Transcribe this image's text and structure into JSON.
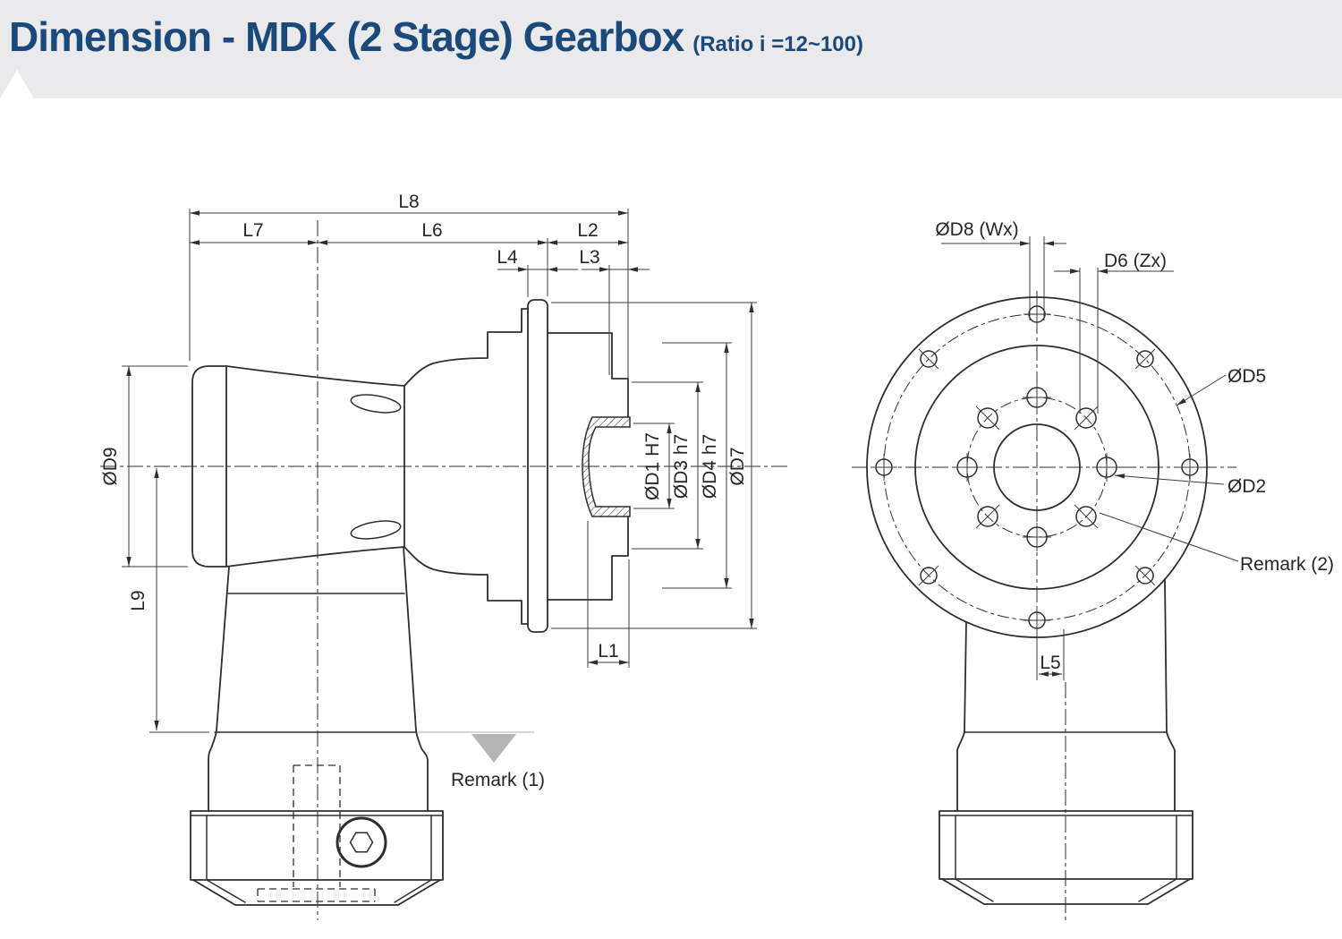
{
  "header": {
    "title": "Dimension - MDK (2 Stage) Gearbox",
    "ratio": "(Ratio i =12~100)"
  },
  "side_view": {
    "dims": {
      "L8": "L8",
      "L7": "L7",
      "L6": "L6",
      "L4": "L4",
      "L3": "L3",
      "L2": "L2",
      "L1": "L1",
      "L9": "L9",
      "D9": "ØD9",
      "D1": "ØD1 H7",
      "D3": "ØD3 h7",
      "D4": "ØD4 h7",
      "D7": "ØD7"
    },
    "remark1": "Remark (1)"
  },
  "front_view": {
    "dims": {
      "D8": "ØD8 (Wx)",
      "D6": "D6 (Zx)",
      "D5": "ØD5",
      "D2": "ØD2",
      "L5": "L5"
    },
    "remark2": "Remark (2)"
  },
  "colors": {
    "title_blue": "#1b4a7a",
    "header_bg": "#eaeaec",
    "line": "#2e2e2e",
    "remark_gray": "#b5b5b7"
  }
}
